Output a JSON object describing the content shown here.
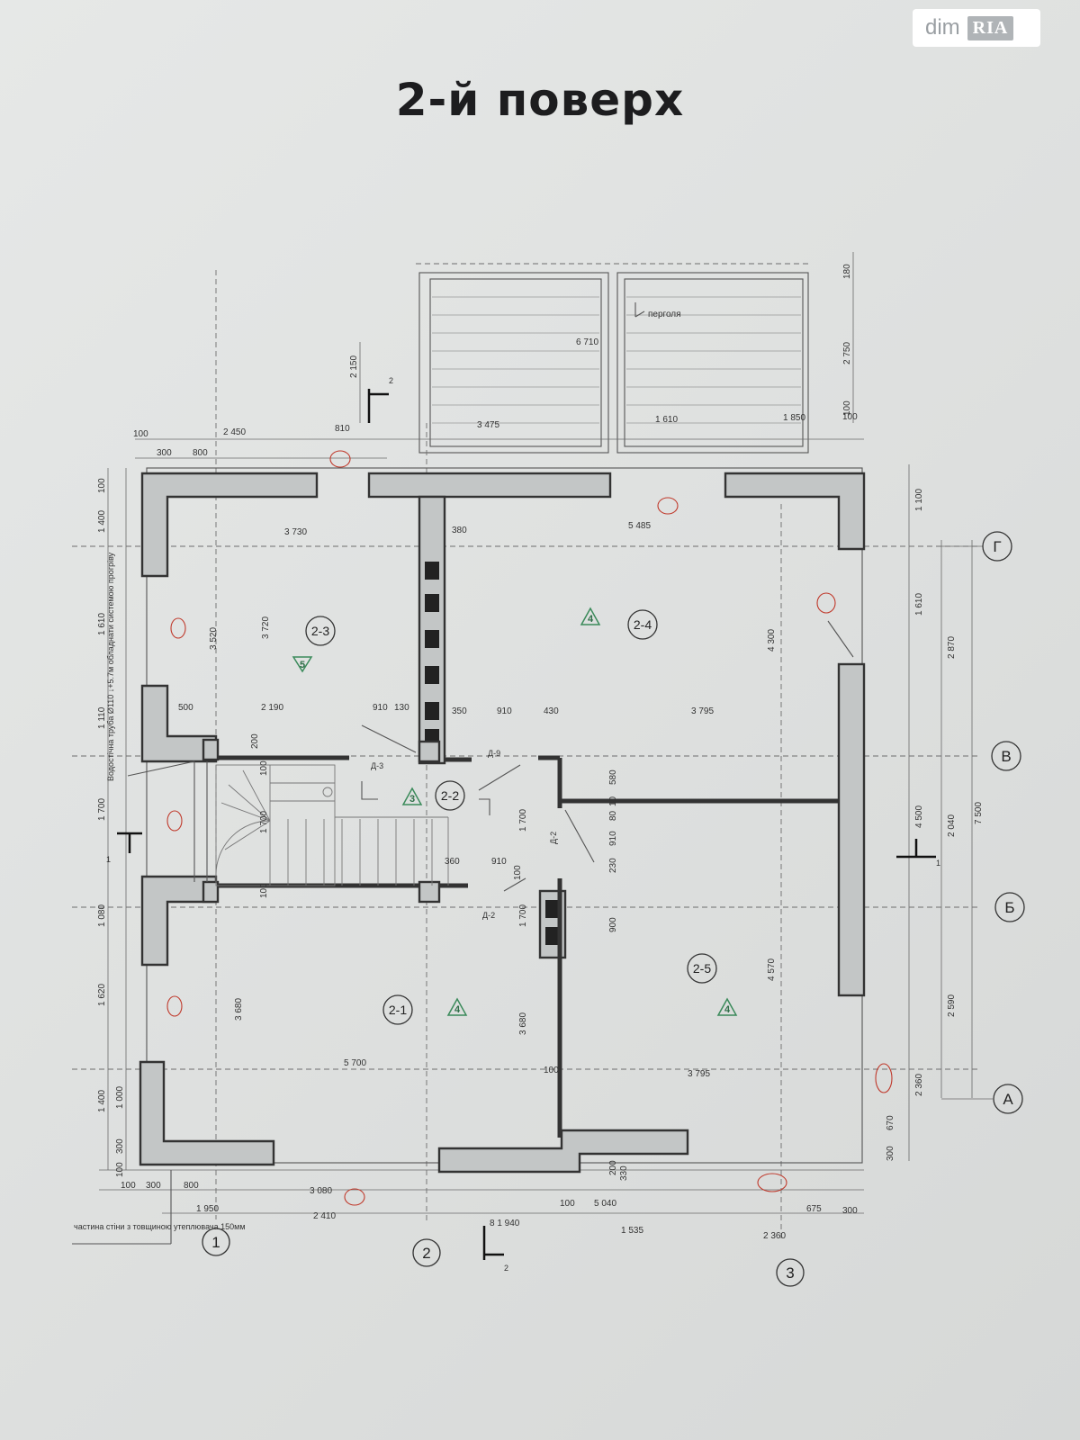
{
  "title": "2-й поверх",
  "watermark": {
    "brand": "dim",
    "badge": "RIA"
  },
  "labels": {
    "pergola": "перголя",
    "note_pipe": "Водостічна труба Ø110 ↓+5.7м обладнати системою прогріву",
    "note_wall": "частина стіни з товщиною утеплювача 150мм"
  },
  "rooms": [
    {
      "id": "2-1",
      "area_class": "4"
    },
    {
      "id": "2-2",
      "area_class": "3"
    },
    {
      "id": "2-3",
      "area_class": "5"
    },
    {
      "id": "2-4",
      "area_class": "4"
    },
    {
      "id": "2-5",
      "area_class": "4"
    }
  ],
  "axes": {
    "rows": [
      "Г",
      "В",
      "Б",
      "А"
    ],
    "cols": [
      "1",
      "2",
      "3"
    ]
  },
  "doors": [
    "Д-3",
    "Д-9",
    "Д-2",
    "Д-2"
  ],
  "section_marks": [
    "2",
    "1",
    "1",
    "2"
  ],
  "dims": {
    "top": [
      "100",
      "300",
      "800",
      "2 450",
      "810",
      "3 475",
      "1 610",
      "1 850",
      "100",
      "6 710"
    ],
    "pergola_right": [
      "180",
      "2 750",
      "100"
    ],
    "pergola_left": "2 150",
    "left": [
      "100",
      "1 400",
      "1 610",
      "1 110",
      "1 700",
      "1 080",
      "1 620",
      "1 400",
      "1 000",
      "300",
      "100"
    ],
    "inner_top": [
      "3 730",
      "380",
      "5 485"
    ],
    "inner_vert": [
      "3 520",
      "3 720",
      "4 300",
      "3 680",
      "3 680",
      "4 570"
    ],
    "mid_row": [
      "500",
      "2 190",
      "910",
      "130",
      "350",
      "910",
      "430",
      "3 795"
    ],
    "stair": [
      "200",
      "100",
      "1 700",
      "1 700",
      "360",
      "910",
      "100",
      "100"
    ],
    "small_mid": [
      "580",
      "80",
      "10",
      "910",
      "230",
      "900",
      "1 700"
    ],
    "bottom_row": [
      "5 700",
      "100",
      "3 795"
    ],
    "right": [
      "1 100",
      "1 610",
      "2 870",
      "4 500",
      "2 040",
      "7 500",
      "2 590",
      "2 360",
      "670",
      "300"
    ],
    "bottom": [
      "100",
      "300",
      "800",
      "3 080",
      "100",
      "5 040",
      "675",
      "300",
      "1 950",
      "2 410",
      "1 535",
      "2 360",
      "8 1 940",
      "330",
      "200"
    ]
  }
}
